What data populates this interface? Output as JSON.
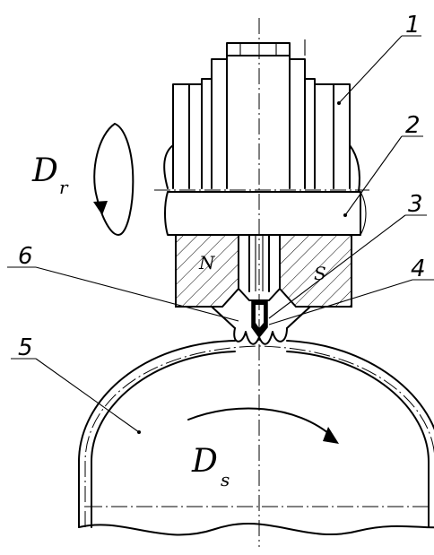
{
  "labels": {
    "part_1": "1",
    "part_2": "2",
    "part_3": "3",
    "part_4": "4",
    "part_5": "5",
    "part_6": "6"
  },
  "poles": {
    "north": "N",
    "south": "S"
  },
  "motions": {
    "rotation_tool": {
      "main": "D",
      "sub": "r"
    },
    "rotation_workpiece": {
      "main": "D",
      "sub": "s"
    }
  }
}
